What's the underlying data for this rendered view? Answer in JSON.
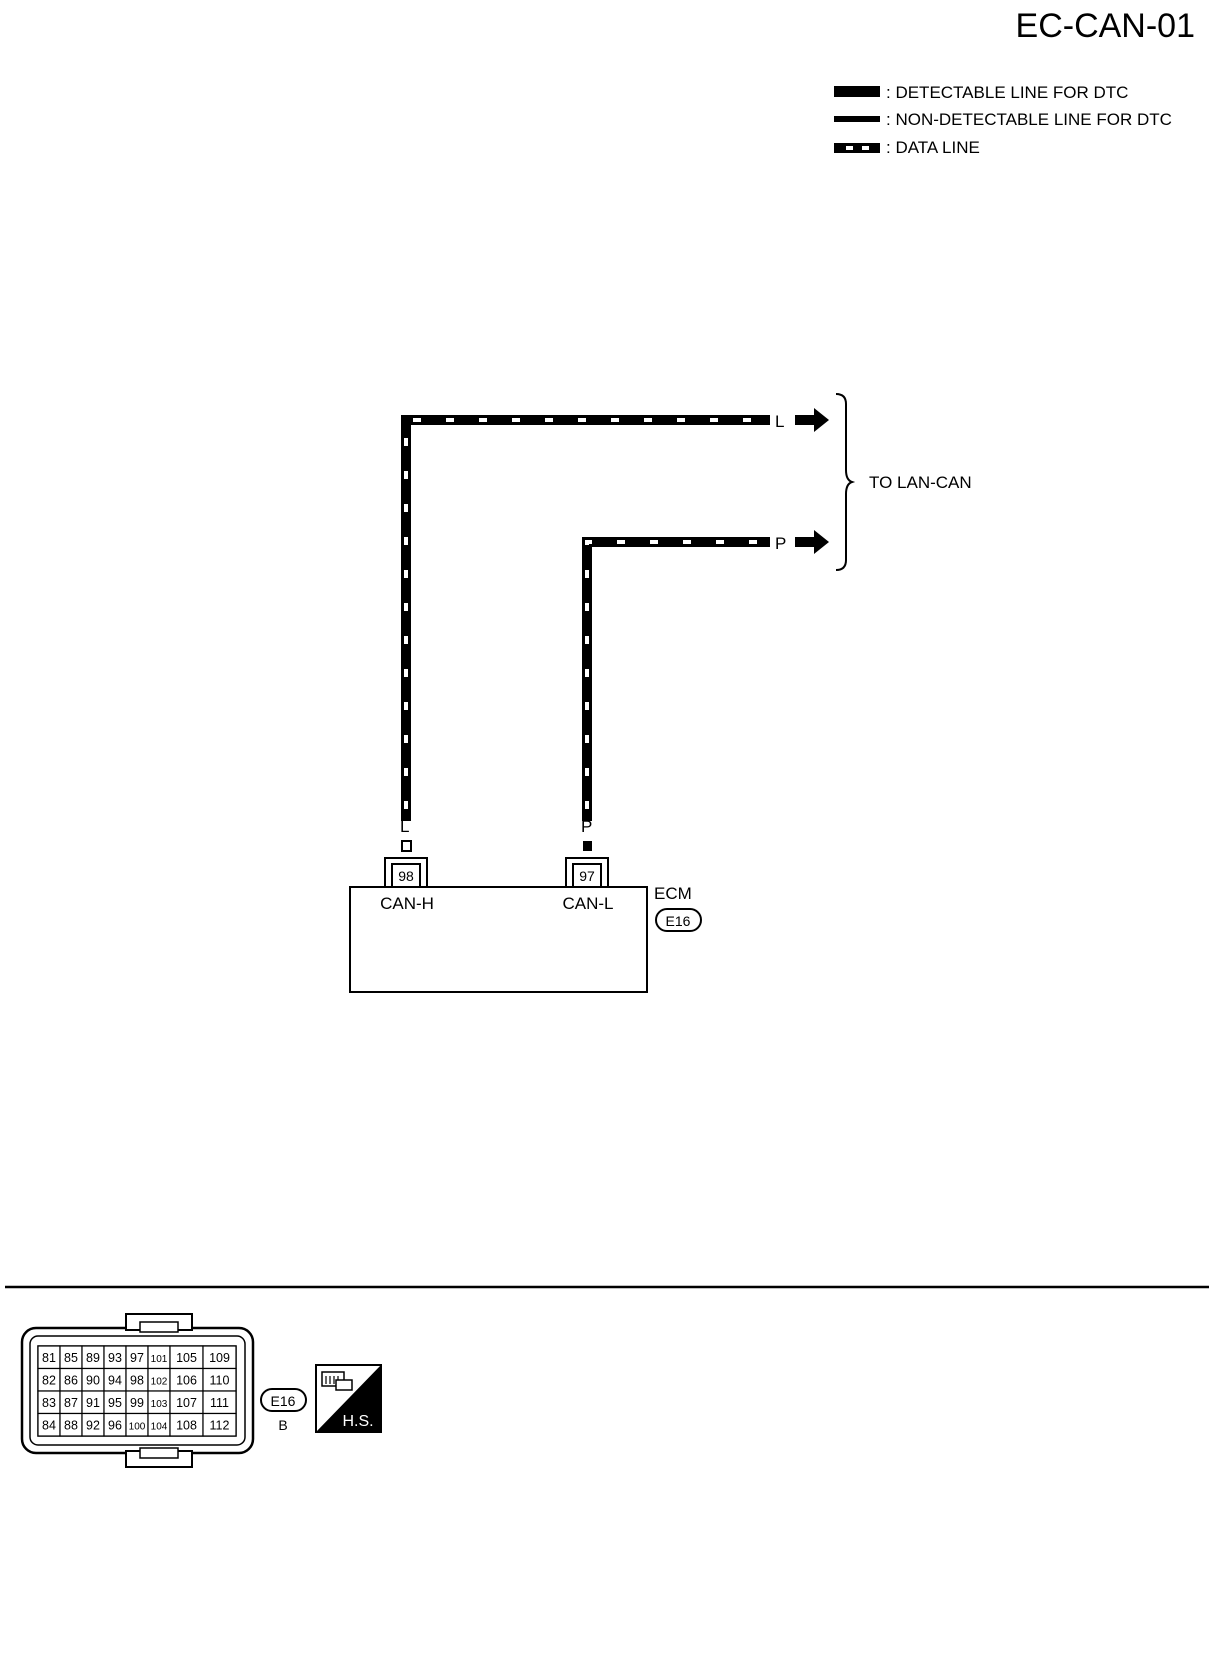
{
  "title": "EC-CAN-01",
  "legend": [
    {
      "style": "thick",
      "text": ": DETECTABLE LINE FOR DTC"
    },
    {
      "style": "thin",
      "text": ": NON-DETECTABLE LINE FOR DTC"
    },
    {
      "style": "data",
      "text": ": DATA LINE"
    }
  ],
  "wires": {
    "can_h": {
      "color": "L",
      "end_label": "L"
    },
    "can_l": {
      "color": "P",
      "end_label": "P"
    }
  },
  "destination": "TO LAN-CAN",
  "ecm": {
    "name": "ECM",
    "connector": "E16",
    "pins": [
      {
        "number": "98",
        "label": "CAN-H"
      },
      {
        "number": "97",
        "label": "CAN-L"
      }
    ]
  },
  "connector_view": {
    "id": "E16",
    "color_code": "B",
    "badge": "H.S.",
    "cavities": [
      [
        "81",
        "85",
        "89",
        "93",
        "97",
        "101",
        "105",
        "109"
      ],
      [
        "82",
        "86",
        "90",
        "94",
        "98",
        "102",
        "106",
        "110"
      ],
      [
        "83",
        "87",
        "91",
        "95",
        "99",
        "103",
        "107",
        "111"
      ],
      [
        "84",
        "88",
        "92",
        "96",
        "100",
        "104",
        "108",
        "112"
      ]
    ]
  },
  "colors": {
    "ink": "#000000",
    "paper": "#ffffff"
  }
}
